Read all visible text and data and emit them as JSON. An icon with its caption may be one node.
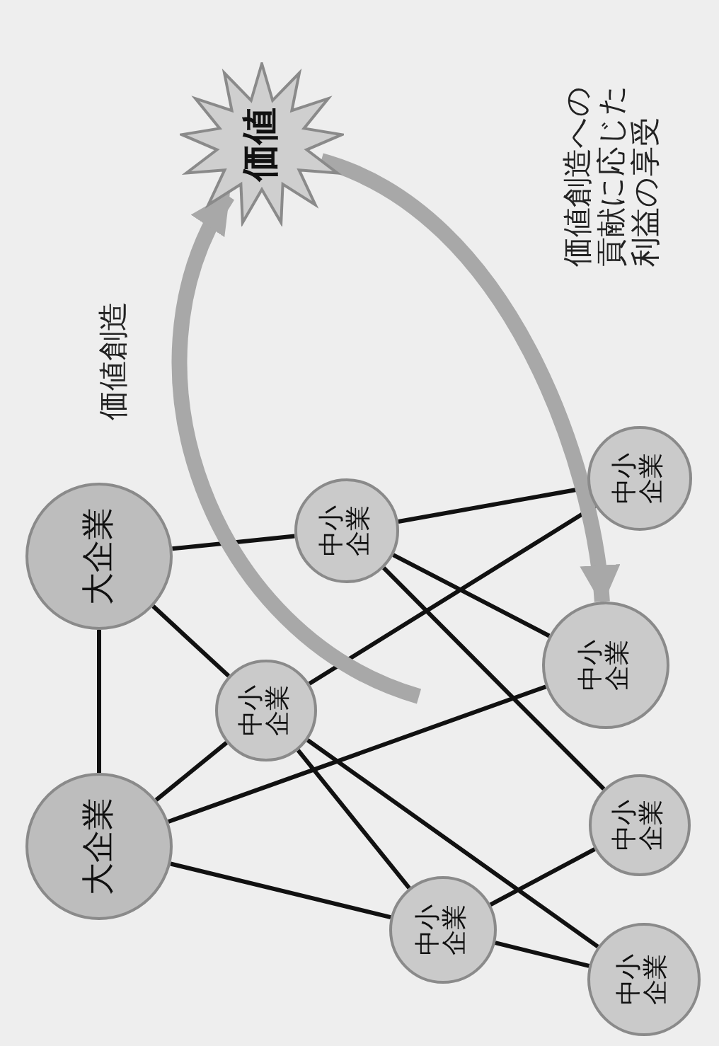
{
  "diagram": {
    "nodes": [
      {
        "text": [
          "価値"
        ]
      },
      {
        "text": [
          "大企業"
        ]
      },
      {
        "text": [
          "大企業"
        ]
      },
      {
        "text": [
          "中小企業"
        ]
      },
      {
        "text": [
          "中小企業"
        ]
      },
      {
        "text": [
          "中小企業"
        ]
      },
      {
        "text": [
          "中小企業"
        ]
      },
      {
        "text": [
          "中小企業"
        ]
      },
      {
        "text": [
          "中小企業"
        ]
      },
      {
        "text": [
          "中小企業"
        ]
      }
    ],
    "edges": [
      {
        "from": 1,
        "to": 2,
        "arrow": "none"
      },
      {
        "from": 1,
        "to": 4,
        "arrow": "none"
      },
      {
        "from": 1,
        "to": 3,
        "arrow": "none"
      },
      {
        "from": 2,
        "to": 3,
        "arrow": "none"
      },
      {
        "from": 2,
        "to": 7,
        "arrow": "none"
      },
      {
        "from": 2,
        "to": 5,
        "arrow": "none"
      },
      {
        "from": 3,
        "to": 6,
        "arrow": "none"
      },
      {
        "from": 3,
        "to": 5,
        "arrow": "none"
      },
      {
        "from": 3,
        "to": 9,
        "arrow": "none"
      },
      {
        "from": 4,
        "to": 6,
        "arrow": "none"
      },
      {
        "from": 4,
        "to": 7,
        "arrow": "none"
      },
      {
        "from": 4,
        "to": 8,
        "arrow": "none"
      },
      {
        "from": 5,
        "to": 8,
        "arrow": "none"
      },
      {
        "from": 5,
        "to": 9,
        "arrow": "none"
      },
      {
        "from": null,
        "to": 0,
        "arrow": "to",
        "label": "価値創造",
        "style": "thick",
        "color": "#a8a8a8"
      },
      {
        "from": 0,
        "to": 7,
        "arrow": "to",
        "label": "価値創造への貢献に応じた利益の享受",
        "style": "thick",
        "color": "#a8a8a8"
      }
    ]
  }
}
